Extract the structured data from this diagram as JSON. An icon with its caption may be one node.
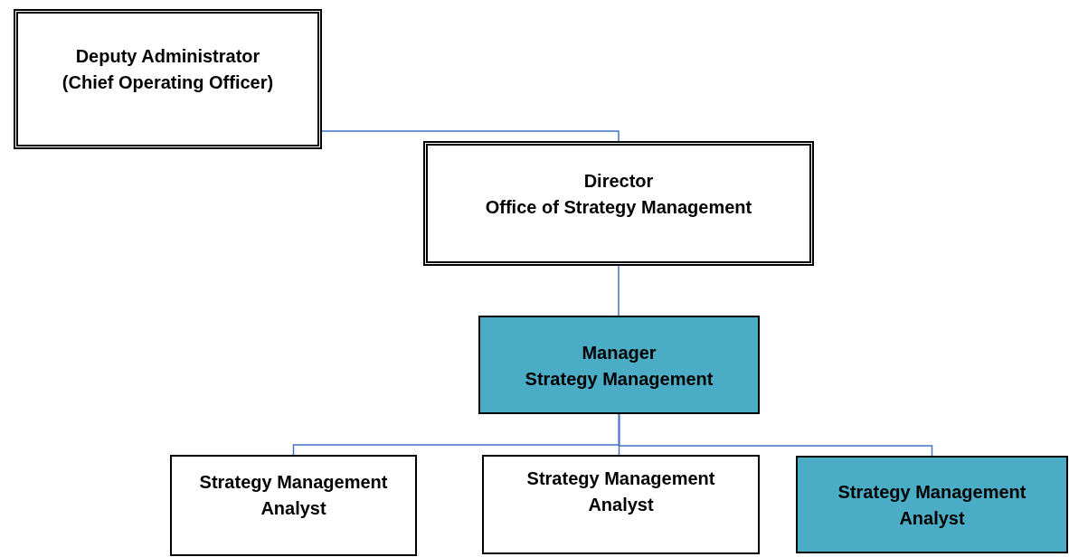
{
  "diagram": {
    "nodes": [
      {
        "text": [
          "Deputy Administrator (Chief Operating Officer)"
        ]
      },
      {
        "text": [
          "Director",
          "Office of Strategy Management"
        ]
      },
      {
        "text": [
          "Manager",
          "Strategy Management"
        ]
      },
      {
        "text": [
          "Strategy Management Analyst"
        ]
      },
      {
        "text": [
          "Strategy Management Analyst"
        ]
      },
      {
        "text": [
          "Strategy Management Analyst"
        ]
      }
    ],
    "edges": [
      {
        "from": 0,
        "to": 1,
        "arrow": "none"
      },
      {
        "from": 1,
        "to": 2,
        "arrow": "none"
      },
      {
        "from": 2,
        "to": 3,
        "arrow": "none"
      },
      {
        "from": 2,
        "to": 4,
        "arrow": "none"
      },
      {
        "from": 2,
        "to": 5,
        "arrow": "none"
      }
    ]
  }
}
